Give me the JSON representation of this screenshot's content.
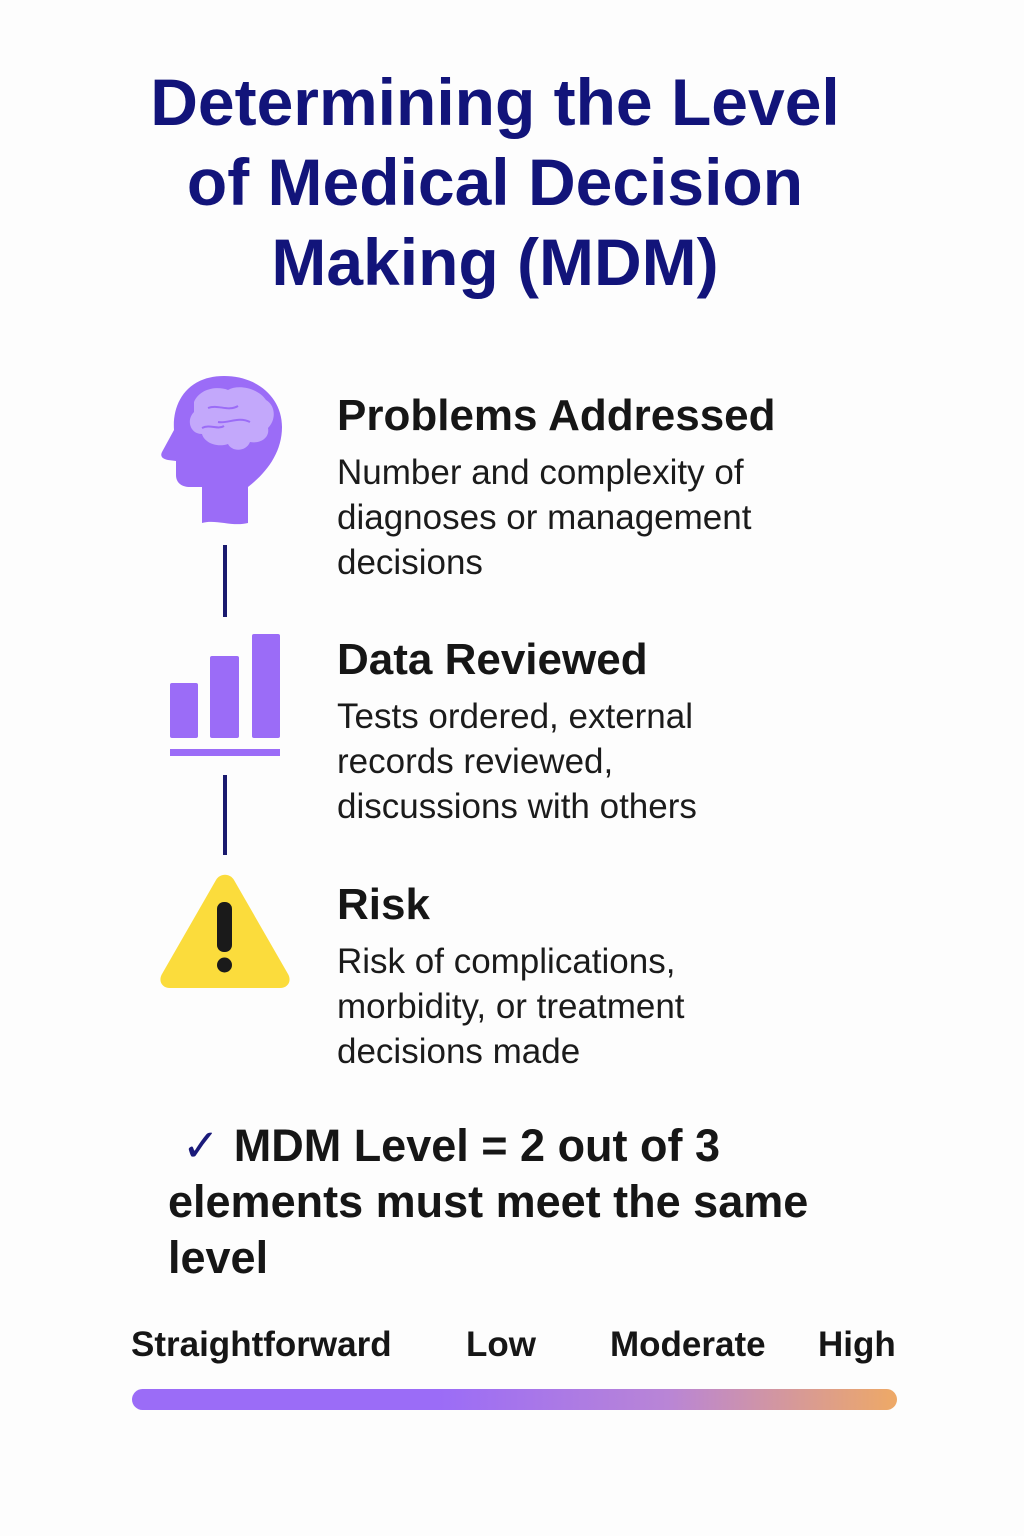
{
  "title": {
    "line1": "Determining the Level",
    "line2": "of Medical Decision",
    "line3": "Making (MDM)"
  },
  "elements": [
    {
      "icon": "brain-head-icon",
      "heading": "Problems Addressed",
      "description": "Number and complexity of diagnoses or management decisions"
    },
    {
      "icon": "bar-chart-icon",
      "heading": "Data Reviewed",
      "description": "Tests ordered, external records reviewed, discussions with others"
    },
    {
      "icon": "warning-icon",
      "heading": "Risk",
      "description": "Risk of complications, morbidity, or treatment decisions made"
    }
  ],
  "summary": {
    "check": "✓",
    "text": "MDM Level = 2 out of 3 elements must meet the same level"
  },
  "levels": [
    "Straightforward",
    "Low",
    "Moderate",
    "High"
  ],
  "colors": {
    "title": "#12147a",
    "icon_purple": "#9b6cf7",
    "warning_yellow": "#fbdc3c",
    "gradient_start": "#9b6cf7",
    "gradient_end": "#eea966"
  }
}
